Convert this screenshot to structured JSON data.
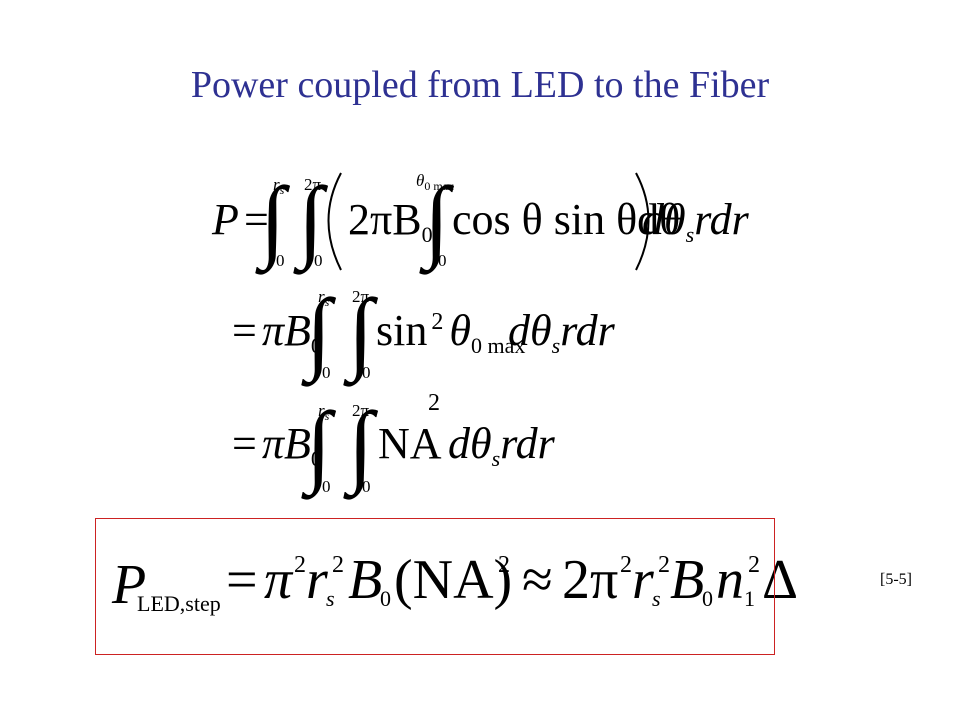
{
  "slide": {
    "title": "Power coupled from LED to the Fiber",
    "title_color": "#2e3192",
    "box_color": "#cc2222",
    "reference": "[5-5]"
  },
  "eq1": {
    "lhs": "P",
    "equals": "=",
    "int1_upper": "r",
    "int1_upper_sub": "s",
    "int1_lower": "0",
    "int2_upper": "2π",
    "int2_lower": "0",
    "term": "2πB",
    "term_sub": "0",
    "int3_upper": "θ",
    "int3_upper_sub": "0 max",
    "int3_lower": "0",
    "integrand": "cos θ sin θdθ",
    "tail": "dθ",
    "tail_sub": "s",
    "tail_end": "rdr"
  },
  "eq2": {
    "equals": "=",
    "term": "πB",
    "term_sub": "0",
    "int1_upper": "r",
    "int1_upper_sub": "s",
    "int1_lower": "0",
    "int2_upper": "2π",
    "int2_lower": "0",
    "sin_text": "sin",
    "sin_exp": "2",
    "theta": "θ",
    "theta_sub": "0 max",
    "tail": "dθ",
    "tail_sub": "s",
    "tail_end": "rdr"
  },
  "eq3": {
    "equals": "=",
    "term": "πB",
    "term_sub": "0",
    "int1_upper": "r",
    "int1_upper_sub": "s",
    "int1_lower": "0",
    "int2_upper": "2π",
    "int2_lower": "0",
    "na": "NA",
    "na_exp": "2",
    "tail": "dθ",
    "tail_sub": "s",
    "tail_end": "rdr"
  },
  "result": {
    "lhs": "P",
    "lhs_sub": "LED,step",
    "equals": "=",
    "pi": "π",
    "pi_exp": "2",
    "r": "r",
    "r_sub": "s",
    "r_exp": "2",
    "b": "B",
    "b_sub": "0",
    "na": "(NA)",
    "na_exp": "2",
    "approx": "≈",
    "two_pi": "2π",
    "pi_exp2": "2",
    "r2": "r",
    "r2_sub": "s",
    "r2_exp": "2",
    "b2": "B",
    "b2_sub": "0",
    "n": "n",
    "n_sub": "1",
    "n_exp": "2",
    "delta": "Δ"
  }
}
